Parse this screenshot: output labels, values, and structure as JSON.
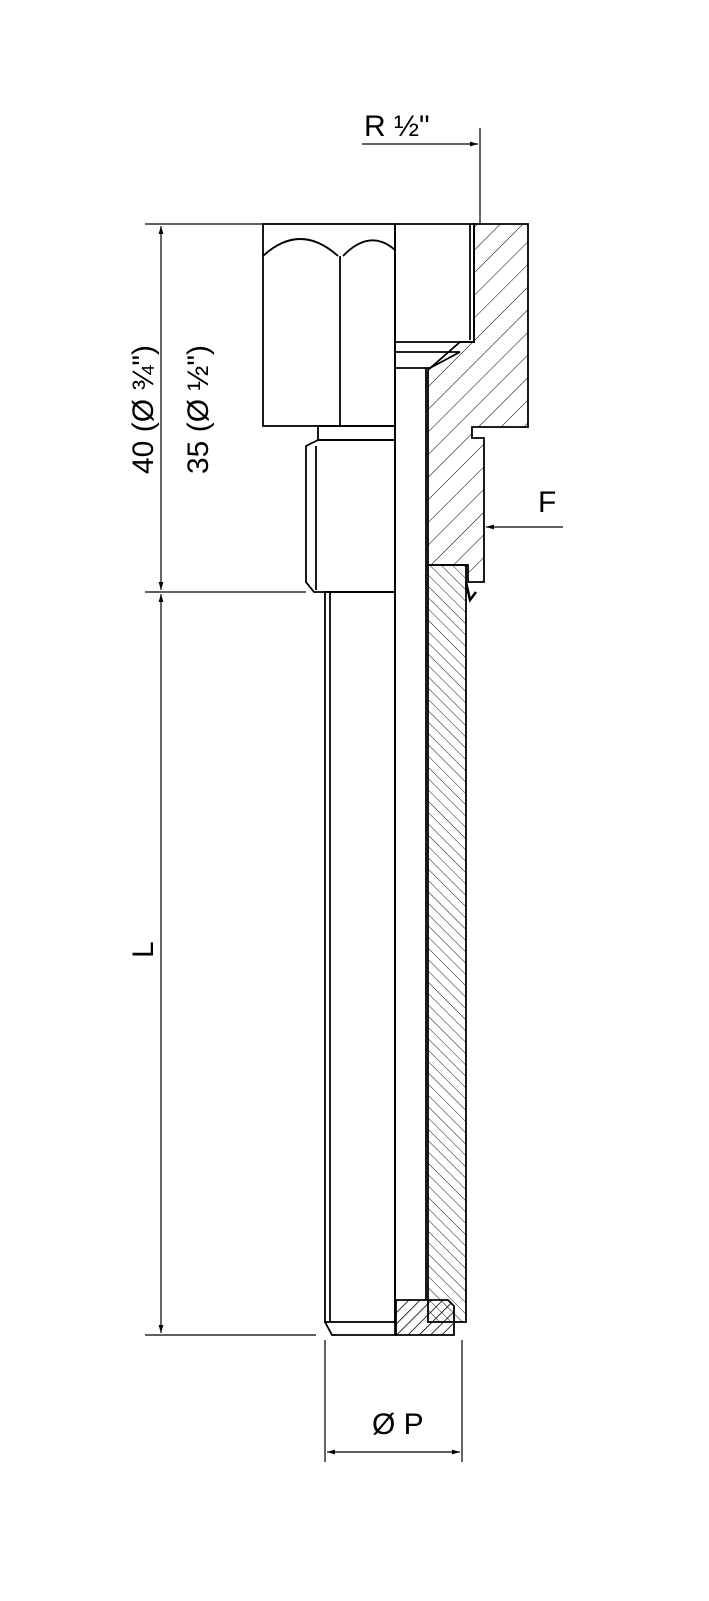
{
  "diagram": {
    "labels": {
      "thread_r": "R ½\"",
      "height_34": "40 (Ø ¾\")",
      "height_12": "35 (Ø ½\")",
      "flat_f": "F",
      "length_l": "L",
      "diameter_p": "Ø P"
    },
    "colors": {
      "line": "#000000",
      "background": "#ffffff"
    }
  }
}
